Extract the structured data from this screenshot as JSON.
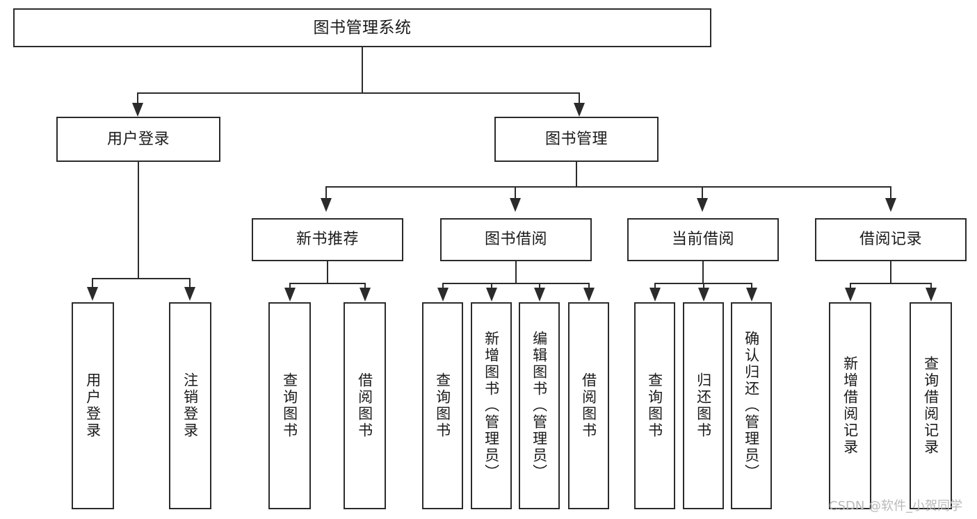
{
  "diagram": {
    "type": "tree",
    "title": "图书管理系统",
    "orientation": "top-down",
    "colors": {
      "box_border": "#2b2b2b",
      "box_fill": "#ffffff",
      "connector": "#2b2b2b",
      "text": "#1a1a1a",
      "watermark": "#b9b9b9",
      "background": "#ffffff"
    },
    "levels": 4
  },
  "root": {
    "label": "图书管理系统"
  },
  "level2": [
    {
      "label": "用户登录"
    },
    {
      "label": "图书管理"
    }
  ],
  "level3": [
    {
      "label": "新书推荐"
    },
    {
      "label": "图书借阅"
    },
    {
      "label": "当前借阅"
    },
    {
      "label": "借阅记录"
    }
  ],
  "leaves": {
    "user_login": [
      {
        "label": "用户登录"
      },
      {
        "label": "注销登录"
      }
    ],
    "new_book_recommend": [
      {
        "label": "查询图书"
      },
      {
        "label": "借阅图书"
      }
    ],
    "book_borrow": [
      {
        "label": "查询图书"
      },
      {
        "label": "新增图书（管理员）"
      },
      {
        "label": "编辑图书（管理员）"
      },
      {
        "label": "借阅图书"
      }
    ],
    "current_borrow": [
      {
        "label": "查询图书"
      },
      {
        "label": "归还图书"
      },
      {
        "label": "确认归还（管理员）"
      }
    ],
    "borrow_record": [
      {
        "label": "新增借阅记录"
      },
      {
        "label": "查询借阅记录"
      }
    ]
  },
  "watermark": {
    "text": "CSDN @软件_小贺同学"
  }
}
